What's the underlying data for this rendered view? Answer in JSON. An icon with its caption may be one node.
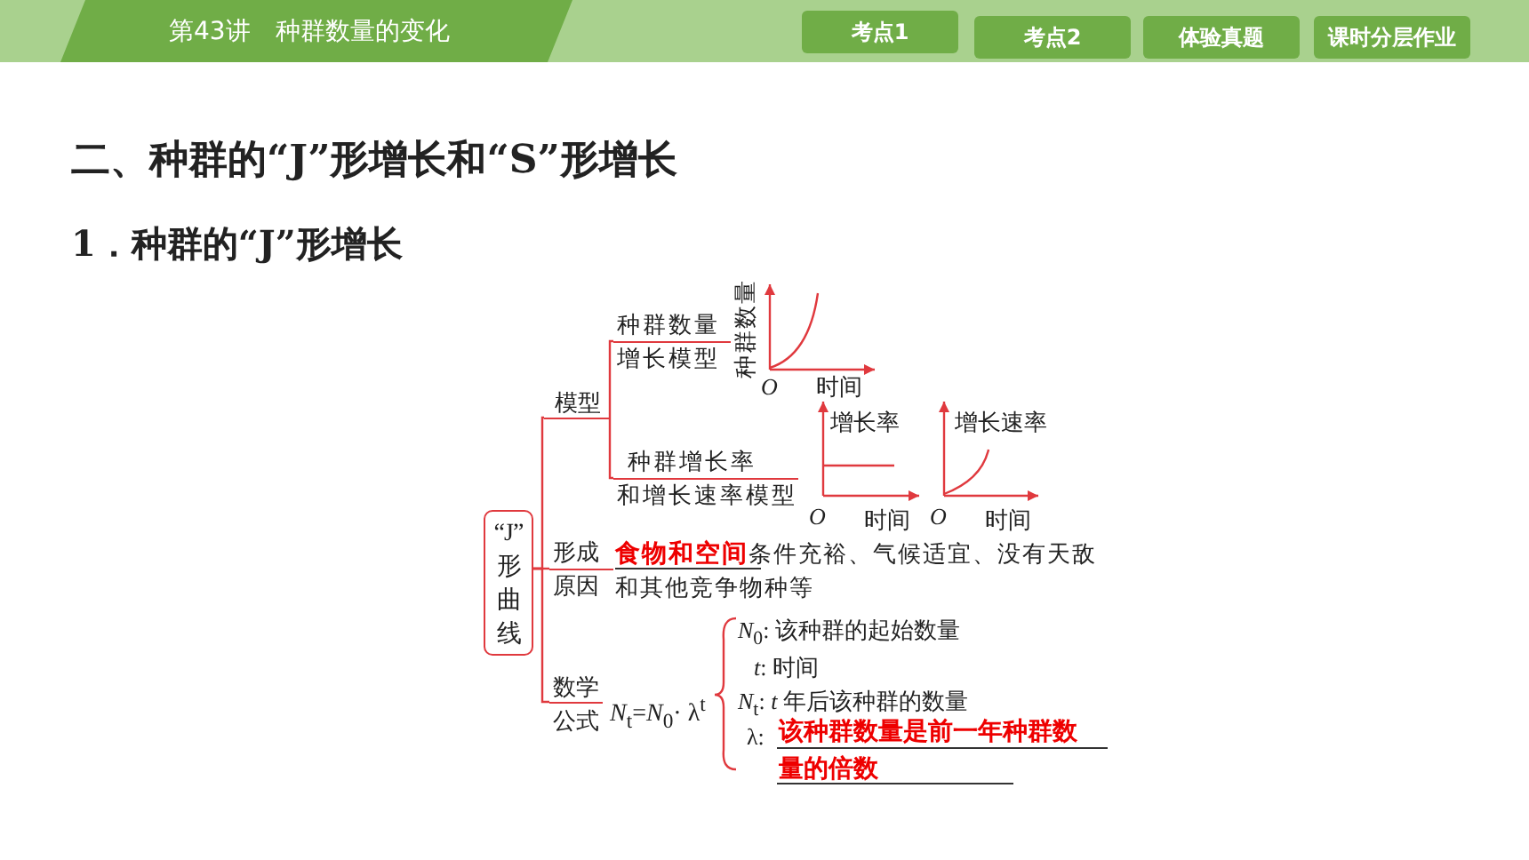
{
  "diagram": {
    "nodes": [
      {
        "text": [
          "“J”形曲线"
        ]
      },
      {
        "text": [
          "模型"
        ]
      },
      {
        "text": [
          "种群数量",
          "增长模型"
        ]
      },
      {
        "text": [
          "种群增长率",
          "和增长速率模型"
        ]
      },
      {
        "text": [
          "形成原因"
        ]
      },
      {
        "text": [
          "数学公式"
        ]
      }
    ],
    "edges": [
      {
        "from": 0,
        "to": 1,
        "arrow": "none"
      },
      {
        "from": 0,
        "to": 4,
        "arrow": "none"
      },
      {
        "from": 0,
        "to": 5,
        "arrow": "none"
      },
      {
        "from": 1,
        "to": 2,
        "arrow": "none"
      },
      {
        "from": 1,
        "to": 3,
        "arrow": "none"
      }
    ],
    "labels": [
      "第43讲　种群数量的变化",
      "考点1",
      "考点2",
      "体验真题",
      "课时分层作业",
      "二、种群的“J”形增长和“S”形增长",
      "1．种群的“J”形增长",
      "种群数量",
      "O",
      "时间",
      "增长率",
      "O",
      "时间",
      "增长速率",
      "O",
      "时间",
      "食物和空间",
      "条件充裕、气候适宜、没有天敌和其他竞争物种等",
      "*N*$_{t}$=*N*$_{0}$· λ$^{t}$",
      "*N*$_{0}$: 该种群的起始数量",
      "*t*: 时间",
      "*N*$_{t}$: *t* 年后该种群的数量",
      "λ:",
      "该种群数量是前一年种群数量的倍数"
    ]
  }
}
